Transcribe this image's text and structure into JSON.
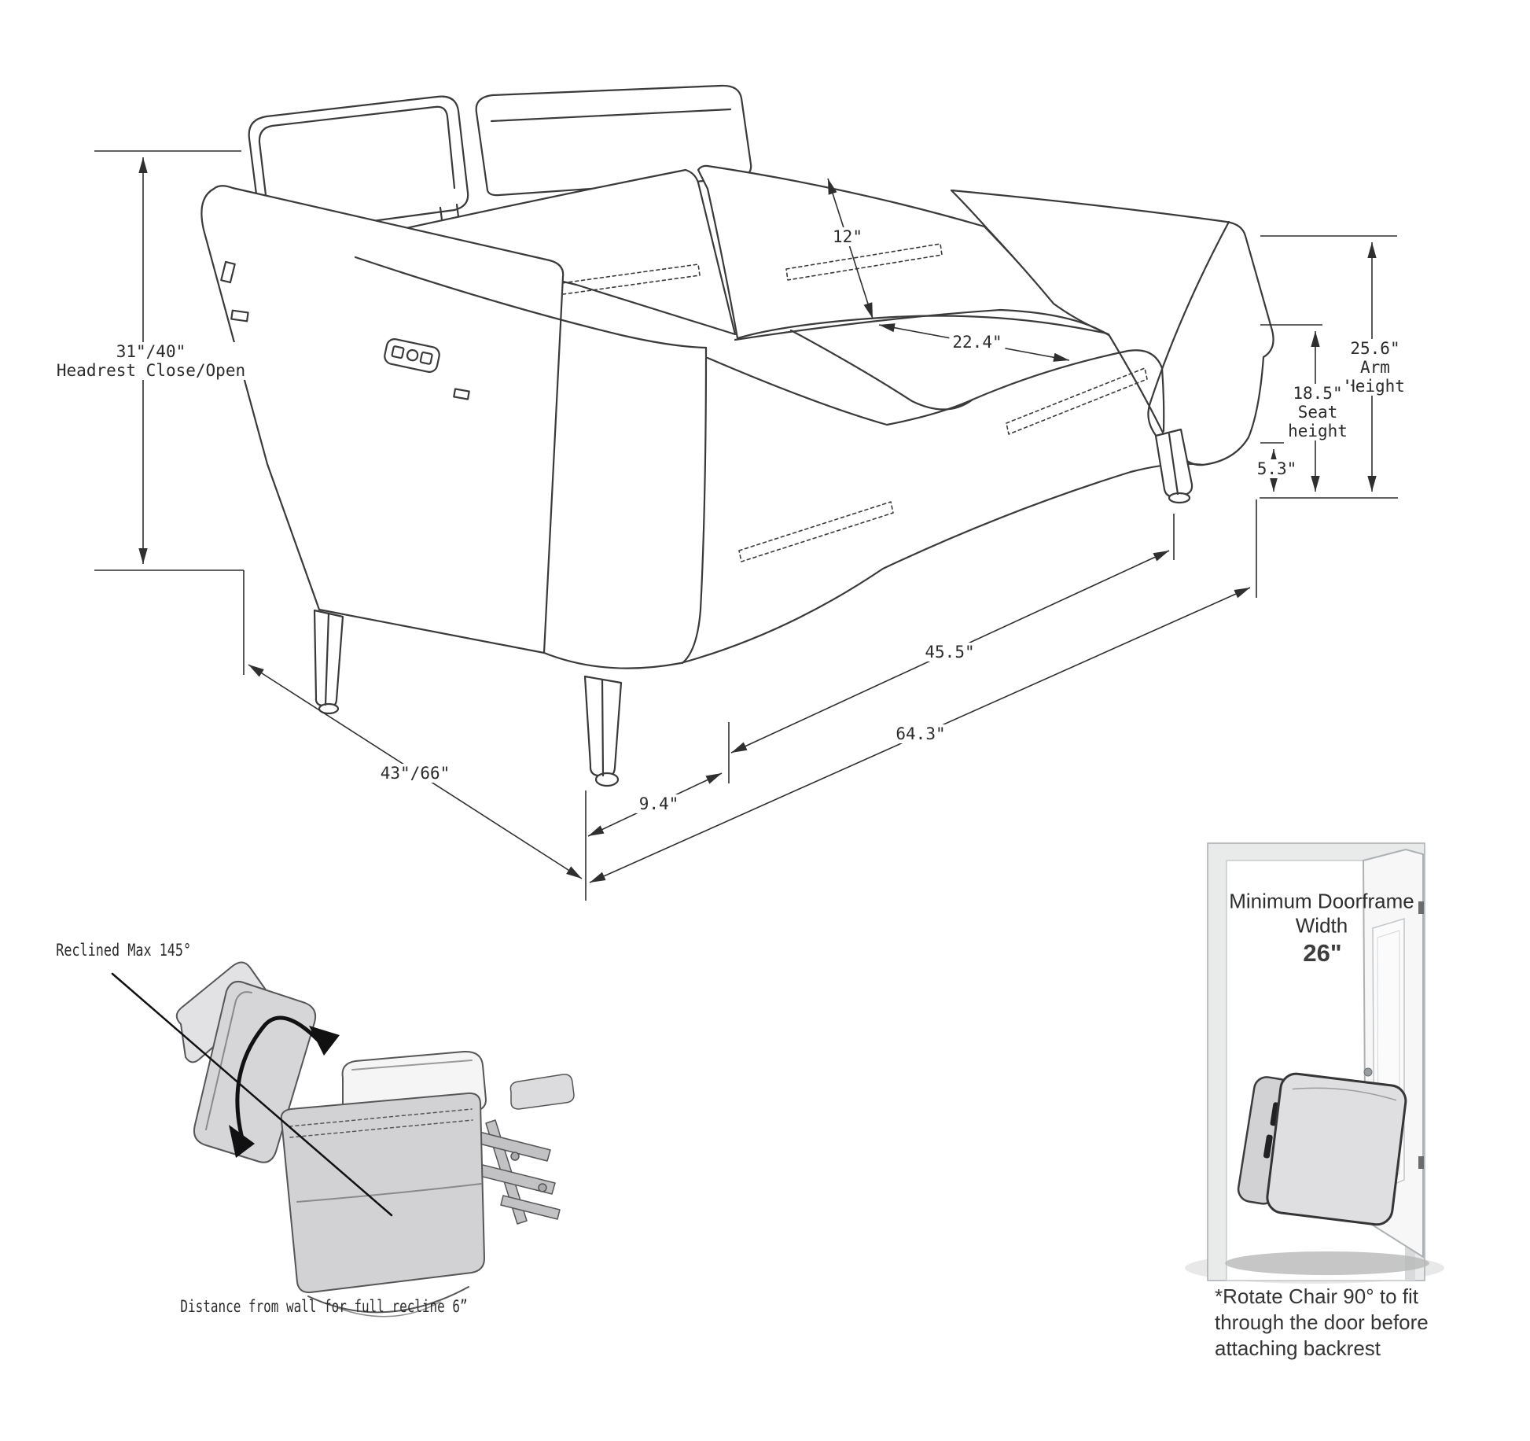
{
  "canvas": {
    "background": "#ffffff",
    "line_color": "#3a3a3a",
    "fill_gray": "#d6d6d8"
  },
  "sofa": {
    "dims": {
      "headrest_height": {
        "value": "31\"/40\"",
        "label": "Headrest Close/Open"
      },
      "back_cushion_width": {
        "value": "12\""
      },
      "seat_depth": {
        "value": "22.4\""
      },
      "arm_height": {
        "value": "25.6\"",
        "label1": "Arm",
        "label2": "Height"
      },
      "seat_height": {
        "value": "18.5\"",
        "label1": "Seat",
        "label2": "height"
      },
      "leg_height": {
        "value": "5.3\""
      },
      "inner_width": {
        "value": "45.5\""
      },
      "overall_width": {
        "value": "64.3\""
      },
      "leg_inset": {
        "value": "9.4\""
      },
      "depth_closed_open": {
        "value": "43\"/66\""
      }
    }
  },
  "recliner": {
    "max_recline_label": "Reclined Max 145°",
    "wall_distance_label": "Distance from wall for full recline 6”"
  },
  "door": {
    "title_line1": "Minimum Doorframe",
    "title_line2": "Width",
    "min_width": "26\"",
    "note_line1": "*Rotate Chair 90° to fit",
    "note_line2": "through the door before",
    "note_line3": "attaching backrest"
  }
}
